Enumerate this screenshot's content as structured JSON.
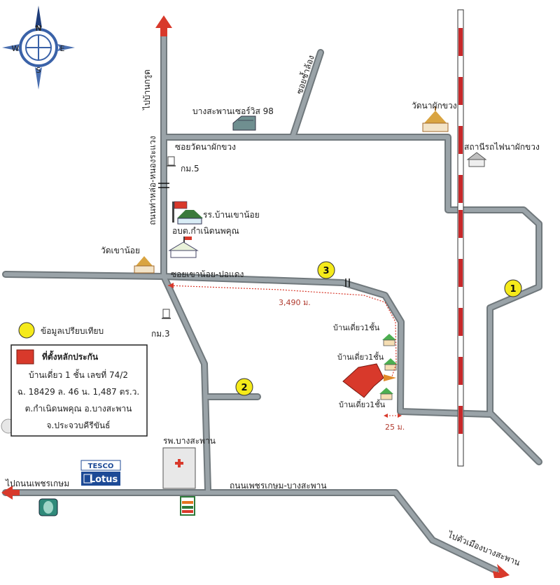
{
  "compass": {
    "north": "N",
    "south": "S",
    "east": "E",
    "west": "W"
  },
  "labels": {
    "to_ban_krut": "ไปบ้านกรูด",
    "road_tha_lo": "ถนนท่าหล่อ-หนองระแวง",
    "soi_chamlong": "ซอยช้ำล้อง",
    "bang_saphan_service": "บางสะพานเซอร์วิส 98",
    "wat_na_phak_khuang": "วัดนาผักขวง",
    "soi_wat_na_phak_khuang": "ซอยวัดนาผักขวง",
    "station_na_phak_khuang": "สถานีรถไฟนาผักขวง",
    "km5": "กม.5",
    "school": "รร.บ้านเขาน้อย",
    "tambon_office": "อบต.กำเนิดนพคุณ",
    "wat_khao_noi": "วัดเขาน้อย",
    "soi_khao_noi": "ซอยเขาน้อย-ปอแดง",
    "distance_main": "3,490 ม.",
    "house_1": "บ้านเดี่ยว1ชั้น",
    "house_2": "บ้านเดี่ยว1ชั้น",
    "house_3": "บ้านเดี่ยว1ชั้น",
    "distance_small": "25 ม.",
    "km3": "กม.3",
    "hospital": "รพ.บางสะพาน",
    "road_phetkasem": "ถนนเพชรเกษม-บางสะพาน",
    "to_phetkasem": "ไปถนนเพชรเกษม",
    "to_bang_saphan_town": "ไปตัวเมืองบางสะพาน",
    "tesco": "TESCO",
    "lotus": "Lotus"
  },
  "markers": [
    {
      "id": "1",
      "label": "1"
    },
    {
      "id": "2",
      "label": "2"
    },
    {
      "id": "3",
      "label": "3"
    }
  ],
  "legend": {
    "compare_label": "ข้อมูลเปรียบเทียบ",
    "collateral_title": "ที่ตั้งหลักประกัน",
    "line1": "บ้านเดี่ยว 1 ชั้น เลขที่ 74/2",
    "line2": "ฉ. 18429 ล. 46 น. 1,487 ตร.ว.",
    "line3": "ต.กำเนิดนพคุณ อ.บางสะพาน",
    "line4": "จ.ประจวบคีรีขันธ์"
  },
  "colors": {
    "road_fill": "#9aa3a8",
    "road_edge": "#6f777b",
    "marker_yellow": "#f5ea1a",
    "collateral_red": "#d8392b",
    "arrow_red": "#d8392b",
    "railway_red": "#c8282a",
    "house_green": "#4caf50"
  }
}
